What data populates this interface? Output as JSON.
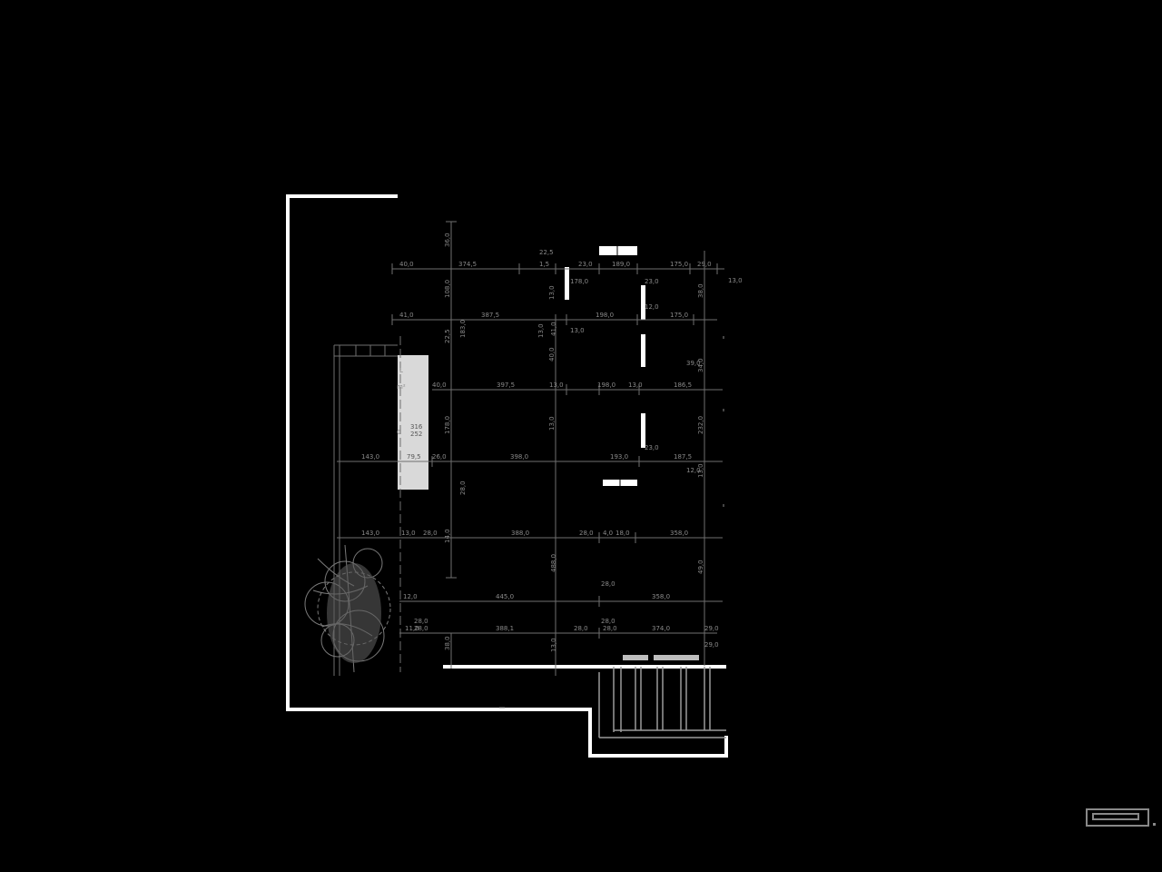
{
  "colors": {
    "background": "#000000",
    "wall": "#ffffff",
    "dimension": "#8a8a8a",
    "panel": "#d9d9d9",
    "foliage": "#7a7a7a"
  },
  "top_dimensions_row1": [
    "40,0",
    "374,5",
    "1,5",
    "23,0",
    "189,0",
    "175,0",
    "29,0",
    "13,0"
  ],
  "top_dimensions_row2": [
    "41,0",
    "387,5",
    "198,0",
    "175,0"
  ],
  "row3_dimensions": [
    "40,0",
    "397,5",
    "13,0",
    "198,0",
    "13,0",
    "186,5"
  ],
  "row4_dimensions": [
    "143,0",
    "26,0",
    "398,0",
    "193,0",
    "187,5"
  ],
  "row5_dimensions": [
    "143,0",
    "13,0",
    "28,0",
    "388,0",
    "28,0",
    "4,0",
    "18,0",
    "358,0"
  ],
  "row6_dimensions": [
    "12,0",
    "445,0",
    "358,0"
  ],
  "row7_dimensions": [
    "11,0",
    "28,0",
    "388,1",
    "28,0",
    "28,0",
    "374,0",
    "29,0"
  ],
  "vertical_dimensions": [
    "36,0",
    "108,0",
    "22,5",
    "183,0",
    "13,0",
    "40,0",
    "38,0",
    "13,0",
    "178,0",
    "13,0",
    "41,0",
    "34,0",
    "28,0",
    "232,0",
    "13,0",
    "14,0",
    "49,0",
    "488,0",
    "38,0",
    "13,0"
  ],
  "small_labels": [
    "22,5",
    "178,0",
    "23,0",
    "12,0",
    "13,0",
    "23,0",
    "12,0",
    "28,0",
    "39,0",
    "28,0",
    "28,0",
    "29,0"
  ],
  "panel_labels": [
    "316",
    "252",
    "79,5"
  ],
  "panel_letters": [
    "L",
    "m²",
    "0"
  ],
  "logo_icon": "stamp-icon"
}
